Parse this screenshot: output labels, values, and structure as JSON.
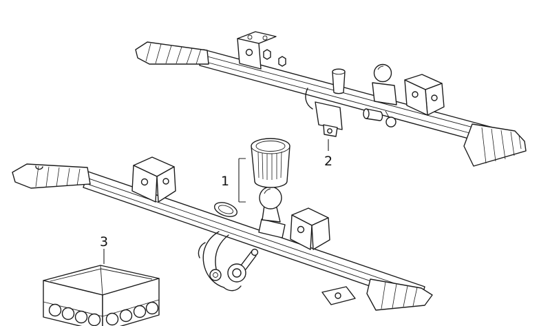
{
  "colors": {
    "background": "#ffffff",
    "line": "#1c1c1c",
    "text": "#111111"
  },
  "diagram": {
    "kind": "technical-parts-line-drawing",
    "callouts": {
      "item1": {
        "label": "1"
      },
      "item2": {
        "label": "2"
      },
      "item3": {
        "label": "3"
      }
    }
  }
}
